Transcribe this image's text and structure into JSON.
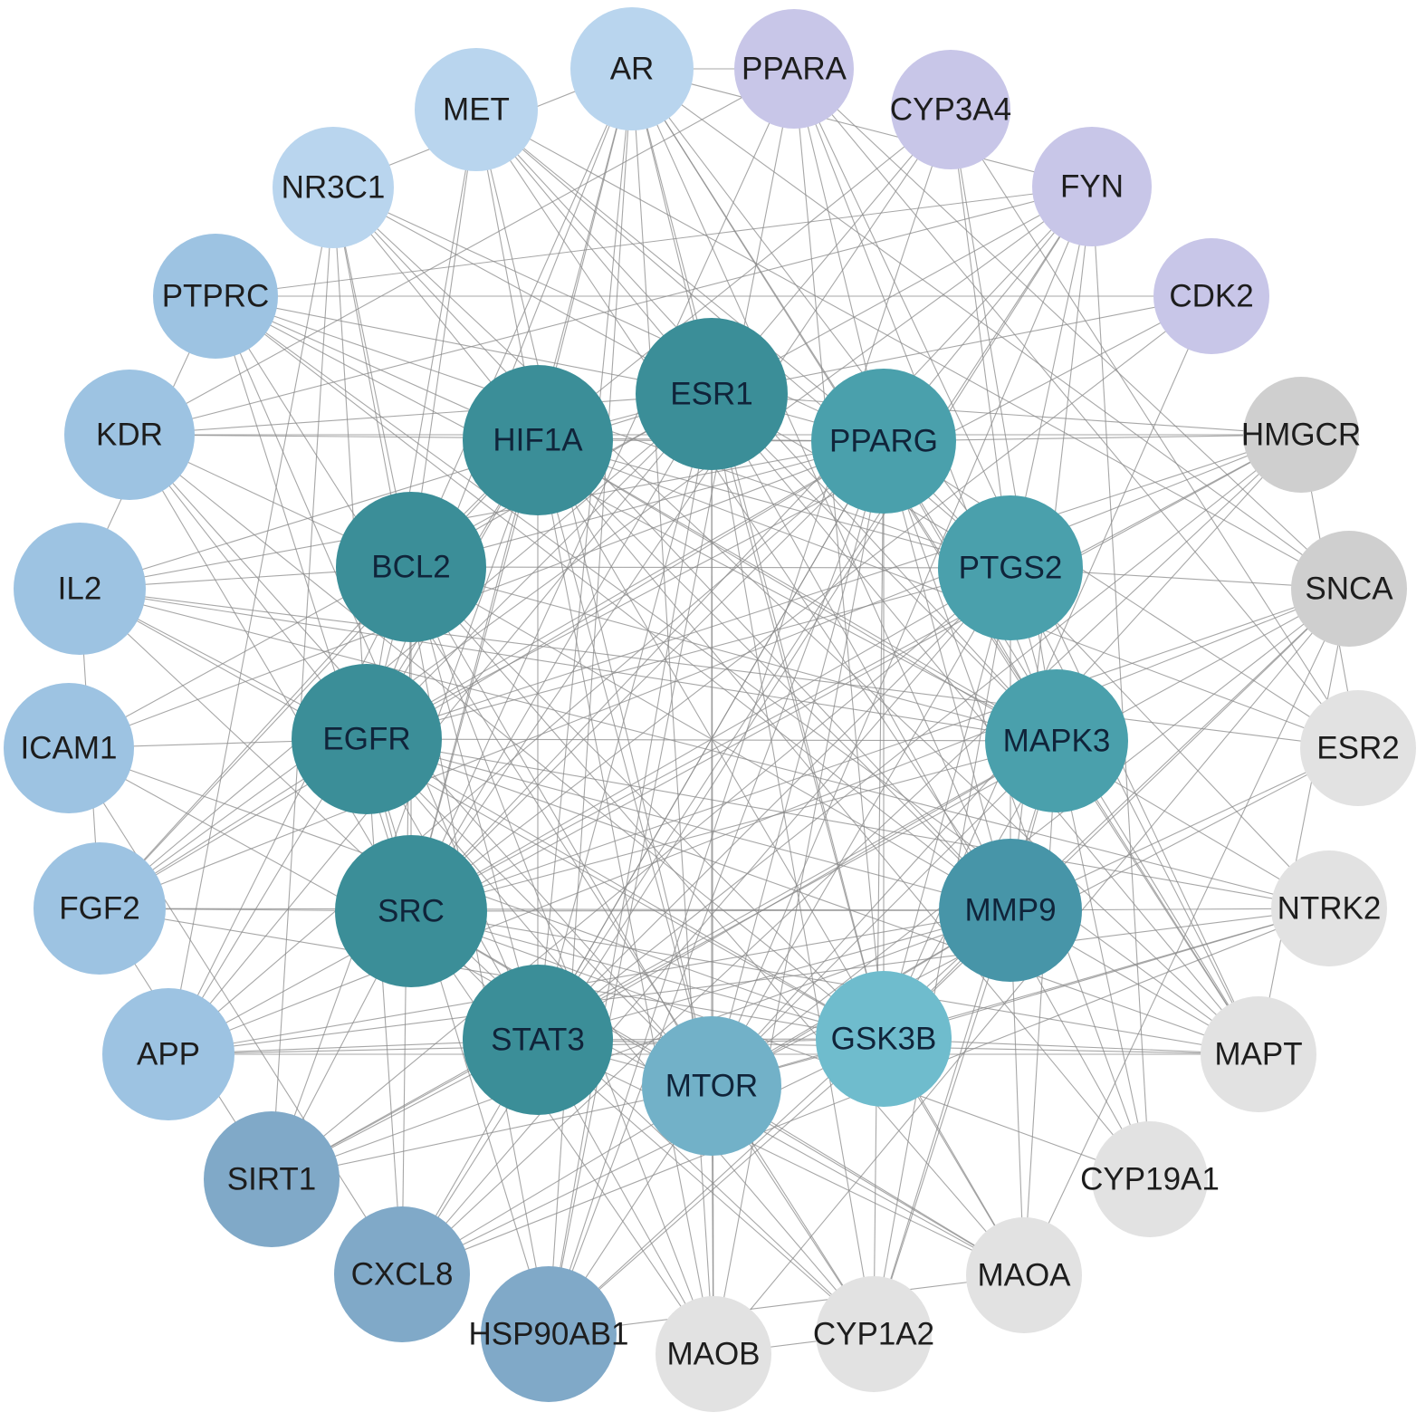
{
  "diagram": {
    "colors": {
      "edge": "#8a8a8a",
      "core_dark": "#3b8e98",
      "core_mid": "#4aa0ac",
      "core_light": "#6fbccd",
      "blue_strong": "#80a9c8",
      "blue": "#9dc3e2",
      "blue_light": "#b9d5ee",
      "lavender": "#c8c6e8",
      "grey": "#cfcfcf",
      "grey_light": "#e2e2e2"
    },
    "inner_nodes": [
      {
        "id": "ESR1",
        "label": "ESR1",
        "color": "#3b8e98"
      },
      {
        "id": "PPARG",
        "label": "PPARG",
        "color": "#4aa0ac"
      },
      {
        "id": "PTGS2",
        "label": "PTGS2",
        "color": "#4aa0ac"
      },
      {
        "id": "MAPK3",
        "label": "MAPK3",
        "color": "#4aa0ac"
      },
      {
        "id": "MMP9",
        "label": "MMP9",
        "color": "#4795a8"
      },
      {
        "id": "GSK3B",
        "label": "GSK3B",
        "color": "#6fbccd"
      },
      {
        "id": "MTOR",
        "label": "MTOR",
        "color": "#72b1c8"
      },
      {
        "id": "STAT3",
        "label": "STAT3",
        "color": "#3b8e98"
      },
      {
        "id": "SRC",
        "label": "SRC",
        "color": "#3b8e98"
      },
      {
        "id": "EGFR",
        "label": "EGFR",
        "color": "#3b8e98"
      },
      {
        "id": "BCL2",
        "label": "BCL2",
        "color": "#3b8e98"
      },
      {
        "id": "HIF1A",
        "label": "HIF1A",
        "color": "#3b8e98"
      }
    ],
    "outer_nodes": [
      {
        "id": "AR",
        "label": "AR",
        "color": "#b9d5ee"
      },
      {
        "id": "PPARA",
        "label": "PPARA",
        "color": "#c8c6e8"
      },
      {
        "id": "CYP3A4",
        "label": "CYP3A4",
        "color": "#c8c6e8"
      },
      {
        "id": "FYN",
        "label": "FYN",
        "color": "#c8c6e8"
      },
      {
        "id": "CDK2",
        "label": "CDK2",
        "color": "#c8c6e8"
      },
      {
        "id": "HMGCR",
        "label": "HMGCR",
        "color": "#cfcfcf"
      },
      {
        "id": "SNCA",
        "label": "SNCA",
        "color": "#cfcfcf"
      },
      {
        "id": "ESR2",
        "label": "ESR2",
        "color": "#e2e2e2"
      },
      {
        "id": "NTRK2",
        "label": "NTRK2",
        "color": "#e2e2e2"
      },
      {
        "id": "MAPT",
        "label": "MAPT",
        "color": "#e2e2e2"
      },
      {
        "id": "CYP19A1",
        "label": "CYP19A1",
        "color": "#e2e2e2"
      },
      {
        "id": "MAOA",
        "label": "MAOA",
        "color": "#e2e2e2"
      },
      {
        "id": "CYP1A2",
        "label": "CYP1A2",
        "color": "#e2e2e2"
      },
      {
        "id": "MAOB",
        "label": "MAOB",
        "color": "#e2e2e2"
      },
      {
        "id": "HSP90AB1",
        "label": "HSP90AB1",
        "color": "#80a9c8"
      },
      {
        "id": "CXCL8",
        "label": "CXCL8",
        "color": "#80a9c8"
      },
      {
        "id": "SIRT1",
        "label": "SIRT1",
        "color": "#80a9c8"
      },
      {
        "id": "APP",
        "label": "APP",
        "color": "#9dc3e2"
      },
      {
        "id": "FGF2",
        "label": "FGF2",
        "color": "#9dc3e2"
      },
      {
        "id": "ICAM1",
        "label": "ICAM1",
        "color": "#9dc3e2"
      },
      {
        "id": "IL2",
        "label": "IL2",
        "color": "#9dc3e2"
      },
      {
        "id": "KDR",
        "label": "KDR",
        "color": "#9dc3e2"
      },
      {
        "id": "PTPRC",
        "label": "PTPRC",
        "color": "#9dc3e2"
      },
      {
        "id": "NR3C1",
        "label": "NR3C1",
        "color": "#b9d5ee"
      },
      {
        "id": "MET",
        "label": "MET",
        "color": "#b9d5ee"
      }
    ]
  }
}
